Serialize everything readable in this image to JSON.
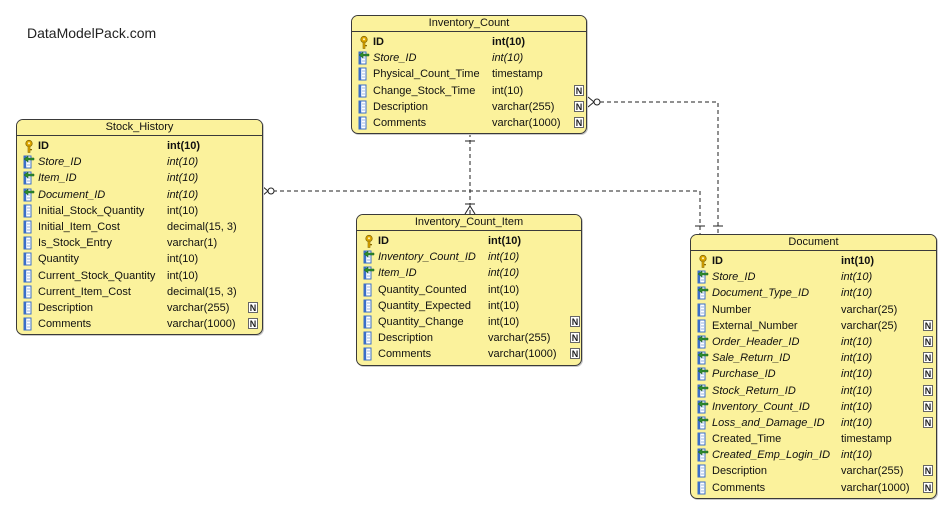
{
  "watermark": "DataModelPack.com",
  "tables": [
    {
      "name": "Inventory_Count",
      "columns": [
        {
          "name": "ID",
          "type": "int(10)",
          "kind": "pk",
          "nullable": false
        },
        {
          "name": "Store_ID",
          "type": "int(10)",
          "kind": "fk",
          "nullable": false
        },
        {
          "name": "Physical_Count_Time",
          "type": "timestamp",
          "kind": "col",
          "nullable": false
        },
        {
          "name": "Change_Stock_Time",
          "type": "int(10)",
          "kind": "col",
          "nullable": true
        },
        {
          "name": "Description",
          "type": "varchar(255)",
          "kind": "col",
          "nullable": true
        },
        {
          "name": "Comments",
          "type": "varchar(1000)",
          "kind": "col",
          "nullable": true
        }
      ]
    },
    {
      "name": "Stock_History",
      "columns": [
        {
          "name": "ID",
          "type": "int(10)",
          "kind": "pk",
          "nullable": false
        },
        {
          "name": "Store_ID",
          "type": "int(10)",
          "kind": "fk",
          "nullable": false
        },
        {
          "name": "Item_ID",
          "type": "int(10)",
          "kind": "fk",
          "nullable": false
        },
        {
          "name": "Document_ID",
          "type": "int(10)",
          "kind": "fk",
          "nullable": false
        },
        {
          "name": "Initial_Stock_Quantity",
          "type": "int(10)",
          "kind": "col",
          "nullable": false
        },
        {
          "name": "Initial_Item_Cost",
          "type": "decimal(15, 3)",
          "kind": "col",
          "nullable": false
        },
        {
          "name": "Is_Stock_Entry",
          "type": "varchar(1)",
          "kind": "col",
          "nullable": false
        },
        {
          "name": "Quantity",
          "type": "int(10)",
          "kind": "col",
          "nullable": false
        },
        {
          "name": "Current_Stock_Quantity",
          "type": "int(10)",
          "kind": "col",
          "nullable": false
        },
        {
          "name": "Current_Item_Cost",
          "type": "decimal(15, 3)",
          "kind": "col",
          "nullable": false
        },
        {
          "name": "Description",
          "type": "varchar(255)",
          "kind": "col",
          "nullable": true
        },
        {
          "name": "Comments",
          "type": "varchar(1000)",
          "kind": "col",
          "nullable": true
        }
      ]
    },
    {
      "name": "Inventory_Count_Item",
      "columns": [
        {
          "name": "ID",
          "type": "int(10)",
          "kind": "pk",
          "nullable": false
        },
        {
          "name": "Inventory_Count_ID",
          "type": "int(10)",
          "kind": "fk",
          "nullable": false
        },
        {
          "name": "Item_ID",
          "type": "int(10)",
          "kind": "fk",
          "nullable": false
        },
        {
          "name": "Quantity_Counted",
          "type": "int(10)",
          "kind": "col",
          "nullable": false
        },
        {
          "name": "Quantity_Expected",
          "type": "int(10)",
          "kind": "col",
          "nullable": false
        },
        {
          "name": "Quantity_Change",
          "type": "int(10)",
          "kind": "col",
          "nullable": true
        },
        {
          "name": "Description",
          "type": "varchar(255)",
          "kind": "col",
          "nullable": true
        },
        {
          "name": "Comments",
          "type": "varchar(1000)",
          "kind": "col",
          "nullable": true
        }
      ]
    },
    {
      "name": "Document",
      "columns": [
        {
          "name": "ID",
          "type": "int(10)",
          "kind": "pk",
          "nullable": false
        },
        {
          "name": "Store_ID",
          "type": "int(10)",
          "kind": "fk",
          "nullable": false
        },
        {
          "name": "Document_Type_ID",
          "type": "int(10)",
          "kind": "fk",
          "nullable": false
        },
        {
          "name": "Number",
          "type": "varchar(25)",
          "kind": "col",
          "nullable": false
        },
        {
          "name": "External_Number",
          "type": "varchar(25)",
          "kind": "col",
          "nullable": true
        },
        {
          "name": "Order_Header_ID",
          "type": "int(10)",
          "kind": "fk",
          "nullable": true
        },
        {
          "name": "Sale_Return_ID",
          "type": "int(10)",
          "kind": "fk",
          "nullable": true
        },
        {
          "name": "Purchase_ID",
          "type": "int(10)",
          "kind": "fk",
          "nullable": true
        },
        {
          "name": "Stock_Return_ID",
          "type": "int(10)",
          "kind": "fk",
          "nullable": true
        },
        {
          "name": "Inventory_Count_ID",
          "type": "int(10)",
          "kind": "fk",
          "nullable": true
        },
        {
          "name": "Loss_and_Damage_ID",
          "type": "int(10)",
          "kind": "fk",
          "nullable": true
        },
        {
          "name": "Created_Time",
          "type": "timestamp",
          "kind": "col",
          "nullable": false
        },
        {
          "name": "Created_Emp_Login_ID",
          "type": "int(10)",
          "kind": "fk",
          "nullable": false
        },
        {
          "name": "Description",
          "type": "varchar(255)",
          "kind": "col",
          "nullable": true
        },
        {
          "name": "Comments",
          "type": "varchar(1000)",
          "kind": "col",
          "nullable": true
        }
      ]
    }
  ],
  "null_marker": "N",
  "colors": {
    "table_fill": "#fbf29c",
    "border": "#3a3a3a",
    "pk_icon": "#e0a800",
    "fk_arrow": "#2e8b2e",
    "column_icon": "#3b6fc9"
  },
  "icons": {
    "pk": "key-icon",
    "fk": "foreign-key-icon",
    "col": "column-icon",
    "nullable": "nullable-icon"
  }
}
